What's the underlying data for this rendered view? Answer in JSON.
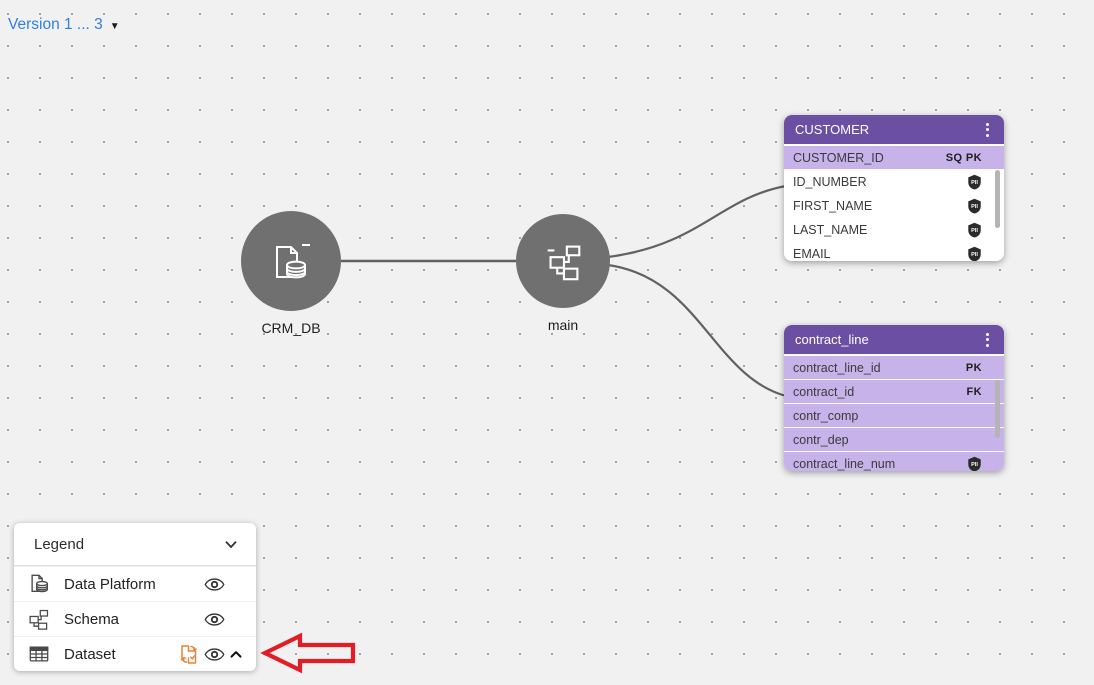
{
  "version_selector": {
    "label": "Version 1 ... 3",
    "caret": "▼"
  },
  "nodes": [
    {
      "label": "CRM_DB",
      "type": "data-platform"
    },
    {
      "label": "main",
      "type": "schema"
    }
  ],
  "tables": [
    {
      "title": "CUSTOMER",
      "rows": [
        {
          "name": "CUSTOMER_ID",
          "badge": "SQ PK",
          "highlight": true,
          "pii": false
        },
        {
          "name": "ID_NUMBER",
          "badge": "",
          "highlight": false,
          "pii": true
        },
        {
          "name": "FIRST_NAME",
          "badge": "",
          "highlight": false,
          "pii": true
        },
        {
          "name": "LAST_NAME",
          "badge": "",
          "highlight": false,
          "pii": true
        },
        {
          "name": "EMAIL",
          "badge": "",
          "highlight": false,
          "pii": true
        }
      ]
    },
    {
      "title": "contract_line",
      "rows": [
        {
          "name": "contract_line_id",
          "badge": "PK",
          "highlight": true,
          "pii": false
        },
        {
          "name": "contract_id",
          "badge": "FK",
          "highlight": true,
          "pii": false
        },
        {
          "name": "contr_comp",
          "badge": "",
          "highlight": true,
          "pii": false
        },
        {
          "name": "contr_dep",
          "badge": "",
          "highlight": true,
          "pii": false
        },
        {
          "name": "contract_line_num",
          "badge": "",
          "highlight": true,
          "pii": true
        }
      ]
    }
  ],
  "pii_label": "PII",
  "legend": {
    "title": "Legend",
    "items": [
      {
        "label": "Data Platform",
        "icon": "data-platform-icon"
      },
      {
        "label": "Schema",
        "icon": "schema-icon"
      },
      {
        "label": "Dataset",
        "icon": "dataset-icon",
        "extra_icon": "sync-documents-icon",
        "expanded": true
      }
    ]
  },
  "colors": {
    "accent_purple": "#6b4fa2",
    "row_highlight_purple": "#c7b3ea",
    "node_gray": "#707070",
    "link_blue": "#2f7fe0",
    "annotation_red": "#e11d25",
    "sync_icon_orange": "#e8833a"
  }
}
